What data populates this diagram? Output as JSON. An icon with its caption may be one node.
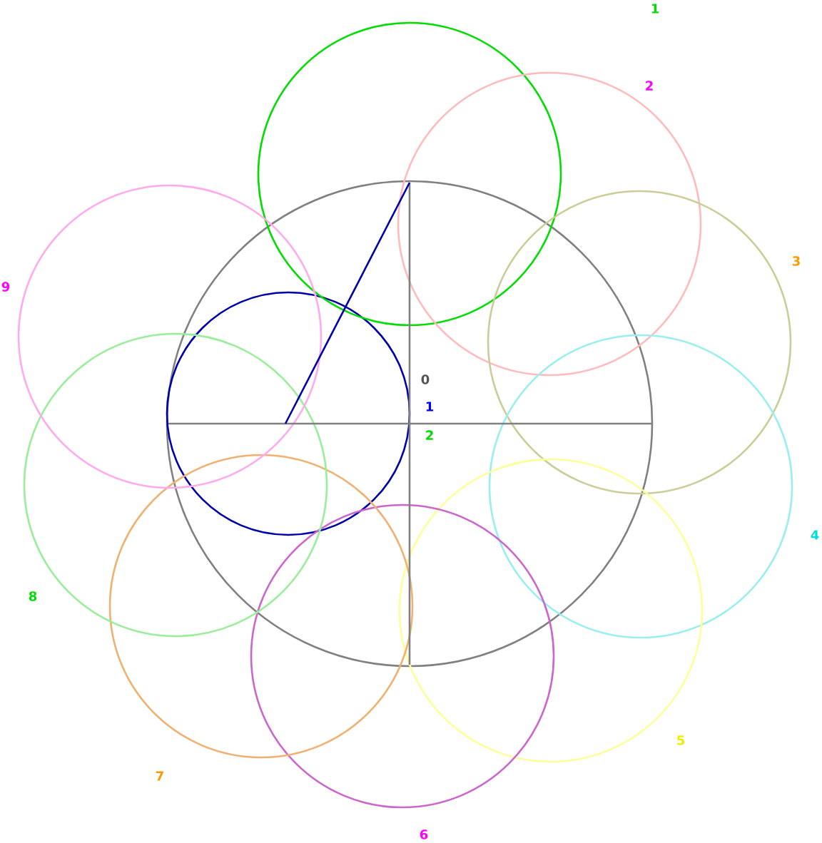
{
  "diagram": {
    "labels": [
      "1",
      "2",
      "3",
      "9",
      "0",
      "1",
      "2",
      "4",
      "8",
      "5",
      "7",
      "6"
    ]
  }
}
